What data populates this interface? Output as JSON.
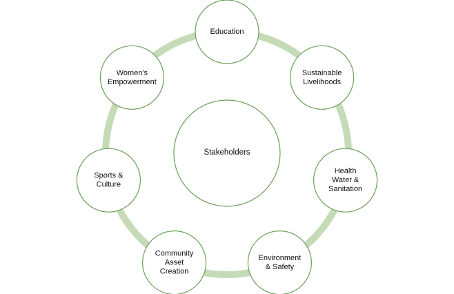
{
  "center": {
    "label": "Stakeholders"
  },
  "nodes": [
    {
      "id": "education",
      "lines": [
        "Education"
      ]
    },
    {
      "id": "sustainable-livelihoods",
      "lines": [
        "Sustainable",
        "Livelihoods"
      ]
    },
    {
      "id": "health-water-sanitation",
      "lines": [
        "Health",
        "Water  &",
        "Sanitation"
      ]
    },
    {
      "id": "environment-safety",
      "lines": [
        "Environment",
        "& Safety"
      ]
    },
    {
      "id": "community-asset-creation",
      "lines": [
        "Community",
        "Asset",
        "Creation"
      ]
    },
    {
      "id": "sports-culture",
      "lines": [
        "Sports  &",
        "Culture"
      ]
    },
    {
      "id": "womens-empowerment",
      "lines": [
        "Women's",
        "Empowerment"
      ]
    }
  ],
  "colors": {
    "ring": "#c5dbb8",
    "circle_stroke": "#6b9e5a",
    "circle_fill": "#ffffff",
    "text": "#111111"
  }
}
